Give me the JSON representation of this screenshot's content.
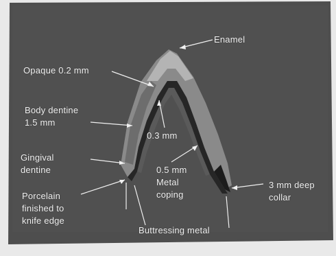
{
  "figure": {
    "background_color": "#4e4e4e",
    "labels": {
      "enamel": "Enamel",
      "opaque": "Opaque 0.2 mm",
      "body_dentine_1": "Body dentine",
      "body_dentine_2": "1.5 mm",
      "gingival_1": "Gingival",
      "gingival_2": "dentine",
      "porcelain_1": "Porcelain",
      "porcelain_2": "finished to",
      "porcelain_3": "knife edge",
      "thickness_03": "0.3 mm",
      "coping_1": "0.5 mm",
      "coping_2": "Metal",
      "coping_3": "coping",
      "collar_1": "3 mm deep",
      "collar_2": "collar",
      "buttressing": "Buttressing metal"
    }
  }
}
